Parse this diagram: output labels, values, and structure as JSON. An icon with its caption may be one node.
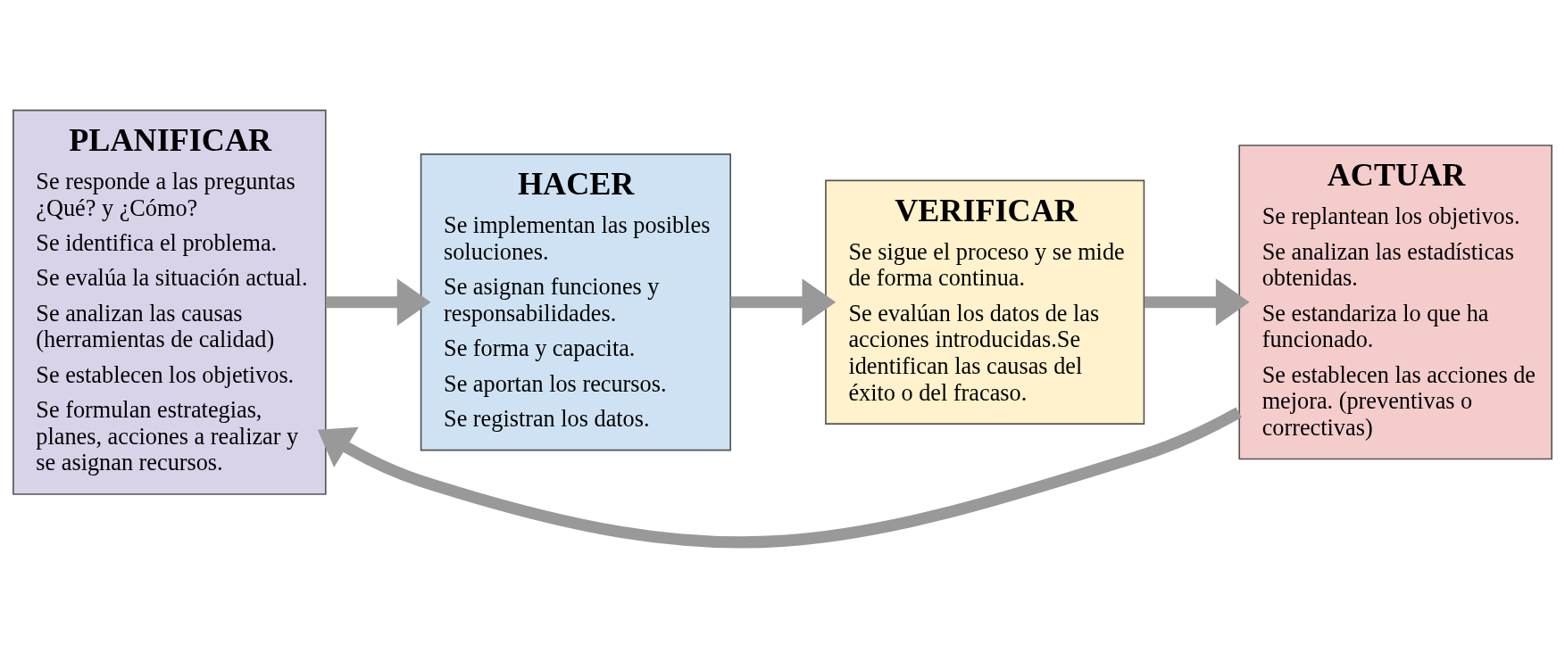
{
  "diagram": {
    "nodes": [
      {
        "text": [
          "PLANIFICAR",
          "Se responde a las preguntas ¿Qué? y ¿Cómo?",
          "Se identifica el problema.",
          "Se evalúa la situación actual.",
          "Se analizan las causas (herramientas de calidad)",
          "Se establecen los objetivos.",
          "Se formulan estrategias, planes, acciones a realizar y se asignan recursos."
        ]
      },
      {
        "text": [
          "HACER",
          "Se implementan las posibles soluciones.",
          "Se asignan funciones y responsabilidades.",
          "Se forma y capacita.",
          "Se aportan los recursos.",
          "Se registran los datos."
        ]
      },
      {
        "text": [
          "VERIFICAR",
          "Se sigue el proceso y se mide de forma continua.",
          "Se evalúan los datos de las acciones introducidas.Se identifican las causas del éxito o del fracaso."
        ]
      },
      {
        "text": [
          "ACTUAR",
          "Se replantean los objetivos.",
          "Se analizan las estadísticas obtenidas.",
          "Se estandariza lo que ha funcionado.",
          "Se establecen las acciones de mejora. (preventivas o correctivas)"
        ]
      }
    ],
    "edges": [
      {
        "from": 0,
        "to": 1,
        "arrow": "to"
      },
      {
        "from": 1,
        "to": 2,
        "arrow": "to"
      },
      {
        "from": 2,
        "to": 3,
        "arrow": "to"
      },
      {
        "from": 3,
        "to": 0,
        "arrow": "to"
      }
    ]
  }
}
